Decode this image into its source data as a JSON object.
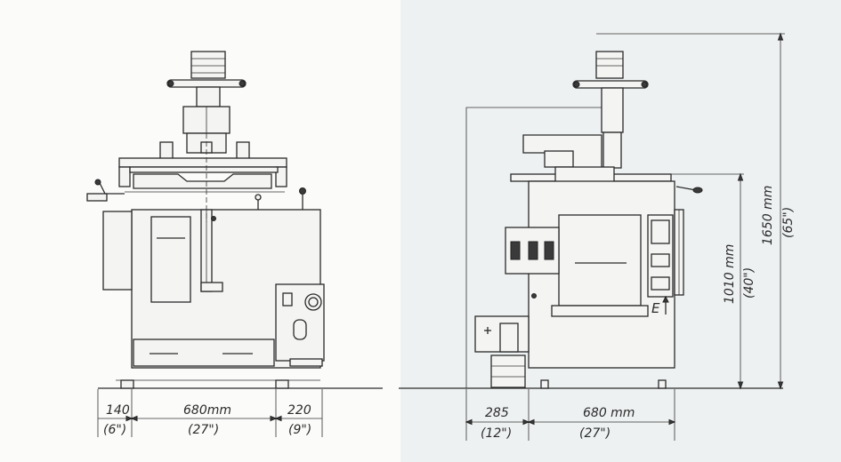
{
  "front_view": {
    "dim_left": {
      "mm": "140",
      "in": "(6\")"
    },
    "dim_center": {
      "mm": "680mm",
      "in": "(27\")"
    },
    "dim_right": {
      "mm": "220",
      "in": "(9\")"
    }
  },
  "side_view": {
    "dim_left": {
      "mm": "285",
      "in": "(12\")"
    },
    "dim_center": {
      "mm": "680 mm",
      "in": "(27\")"
    },
    "dim_height_table": {
      "mm": "1010 mm",
      "in": "(40\")"
    },
    "dim_height_total": {
      "mm": "1650 mm",
      "in": "(65\")"
    },
    "panel_mark": "E"
  }
}
